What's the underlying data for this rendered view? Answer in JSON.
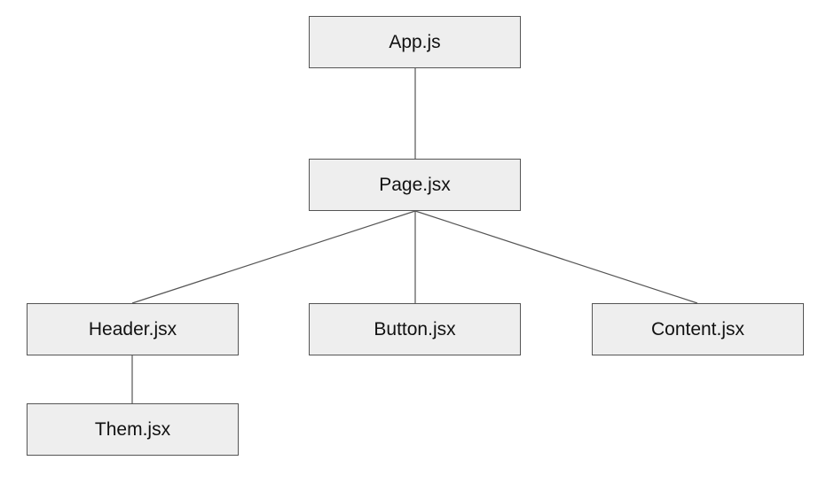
{
  "nodes": {
    "app": "App.js",
    "page": "Page.jsx",
    "header": "Header.jsx",
    "button": "Button.jsx",
    "content": "Content.jsx",
    "them": "Them.jsx"
  },
  "edges": [
    [
      "App.js",
      "Page.jsx"
    ],
    [
      "Page.jsx",
      "Header.jsx"
    ],
    [
      "Page.jsx",
      "Button.jsx"
    ],
    [
      "Page.jsx",
      "Content.jsx"
    ],
    [
      "Header.jsx",
      "Them.jsx"
    ]
  ],
  "colors": {
    "node_fill": "#eeeeee",
    "node_border": "#555555",
    "connector": "#555555",
    "text": "#111111"
  }
}
